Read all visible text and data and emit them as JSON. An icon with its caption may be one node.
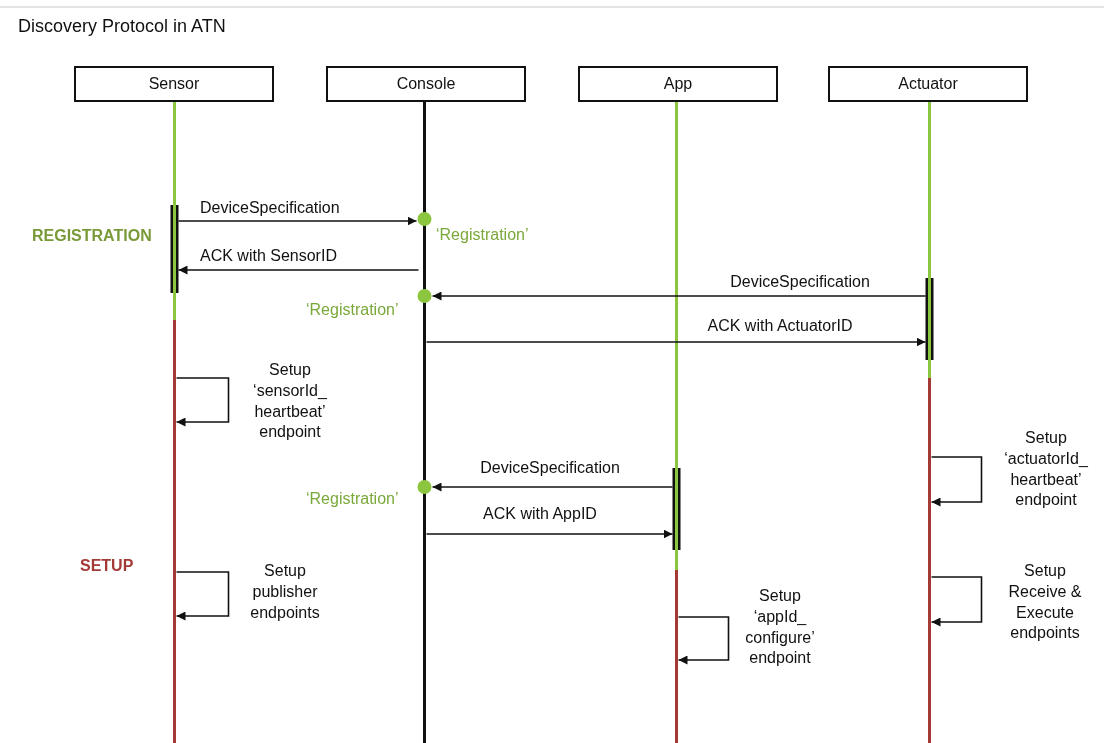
{
  "diagram": {
    "title": "Discovery Protocol in ATN",
    "nodes": [
      {
        "text": [
          "Sensor"
        ]
      },
      {
        "text": [
          "Console"
        ]
      },
      {
        "text": [
          "App"
        ]
      },
      {
        "text": [
          "Actuator"
        ]
      },
      {
        "text": [],
        "shape": "line"
      },
      {
        "text": [],
        "shape": "line"
      },
      {
        "text": [],
        "shape": "line"
      },
      {
        "text": [],
        "shape": "line"
      }
    ],
    "edges": [
      {
        "from": 4,
        "to": 5,
        "arrow": "to",
        "label": "DeviceSpecification"
      },
      {
        "from": 5,
        "to": 4,
        "arrow": "to",
        "label": "ACK with SensorID"
      },
      {
        "from": 7,
        "to": 5,
        "arrow": "to",
        "label": "DeviceSpecification"
      },
      {
        "from": 5,
        "to": 7,
        "arrow": "to",
        "label": "ACK with ActuatorID"
      },
      {
        "from": 4,
        "to": 4,
        "arrow": "to",
        "label": "Setup ‘sensorId_ heartbeat’ endpoint"
      },
      {
        "from": 7,
        "to": 7,
        "arrow": "to",
        "label": "Setup ‘actuatorId_ heartbeat’ endpoint"
      },
      {
        "from": 6,
        "to": 5,
        "arrow": "to",
        "label": "DeviceSpecification"
      },
      {
        "from": 5,
        "to": 6,
        "arrow": "to",
        "label": "ACK with AppID"
      },
      {
        "from": 4,
        "to": 4,
        "arrow": "to",
        "label": "Setup publisher endpoints"
      },
      {
        "from": 7,
        "to": 7,
        "arrow": "to",
        "label": "Setup Receive & Execute endpoints"
      },
      {
        "from": 6,
        "to": 6,
        "arrow": "to",
        "label": "Setup ‘appId_ configure’ endpoint"
      }
    ],
    "labels": [
      "REGISTRATION",
      "‘Registration’",
      "‘Registration’",
      "‘Registration’",
      "SETUP"
    ]
  }
}
